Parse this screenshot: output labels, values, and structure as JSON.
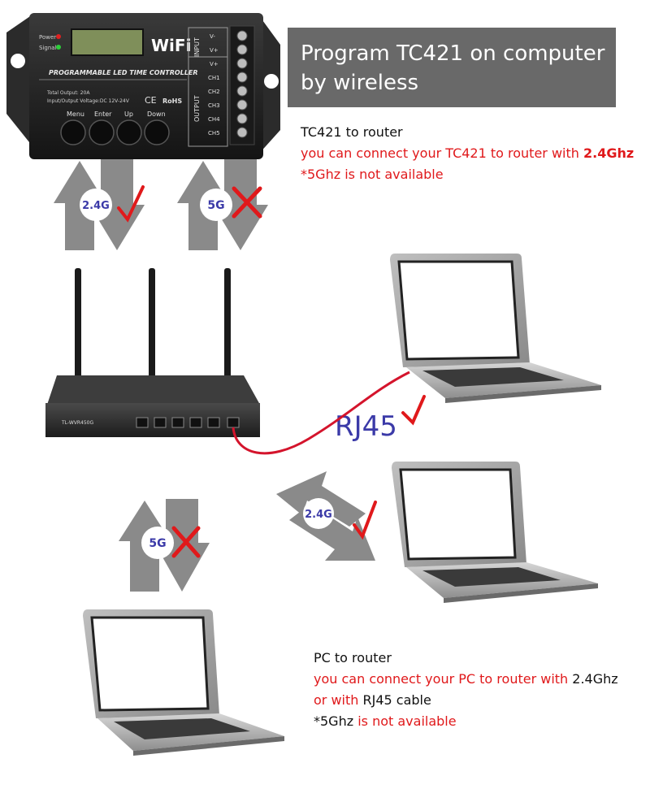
{
  "banner": {
    "line1": "Program TC421 on computer",
    "line2": "by wireless"
  },
  "controller": {
    "brand": "WiFi",
    "title": "PROGRAMMABLE  LED  TIME  CONTROLLER",
    "power_label": "Power",
    "signal_label": "Signal",
    "total_output": "Total Output: 20A",
    "io_voltage": "Input/Output Voltage:DC 12V-24V",
    "cert_ce": "CE",
    "cert_rohs": "RoHS",
    "buttons": [
      "Menu",
      "Enter",
      "Up",
      "Down"
    ],
    "input_label": "INPUT",
    "output_label": "OUTPUT",
    "terminals": [
      "V-",
      "V+",
      "V+",
      "CH1",
      "CH2",
      "CH3",
      "CH4",
      "CH5"
    ]
  },
  "router": {
    "model": "TL-WVR450G"
  },
  "labels": {
    "g24": "2.4G",
    "g5": "5G",
    "rj45": "RJ45"
  },
  "note_top": {
    "heading": "TC421 to router",
    "line1_prefix": "you can connect your TC421 to router with ",
    "line1_emph": "2.4Ghz",
    "line2": "*5Ghz is not available"
  },
  "note_bottom": {
    "heading": "PC to router",
    "line1_red": "you can connect your PC to router with ",
    "line1_black": "2.4Ghz",
    "line2_red": "or with ",
    "line2_black": "RJ45 cable",
    "line3_black": "*5Ghz",
    "line3_red": " is not available"
  },
  "colors": {
    "arrow": "#8a8a8a",
    "check_cross": "#e0191b",
    "label_text": "#3b3aa8",
    "banner_bg": "#696969"
  }
}
